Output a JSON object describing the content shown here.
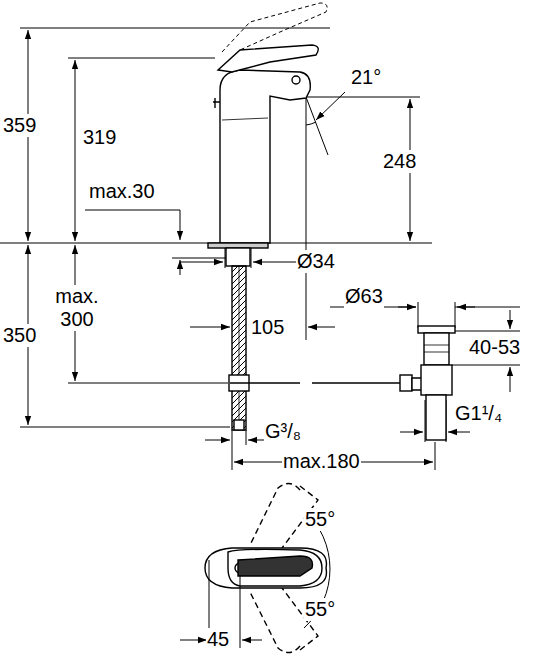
{
  "diagram": {
    "labels": [
      "359",
      "319",
      "21°",
      "248",
      "max.30",
      "Ø34",
      "max. 300",
      "350",
      "105",
      "Ø63",
      "40-53",
      "G³/₈",
      "G1¹/₄",
      "max.180",
      "55°",
      "55°",
      "45"
    ]
  }
}
